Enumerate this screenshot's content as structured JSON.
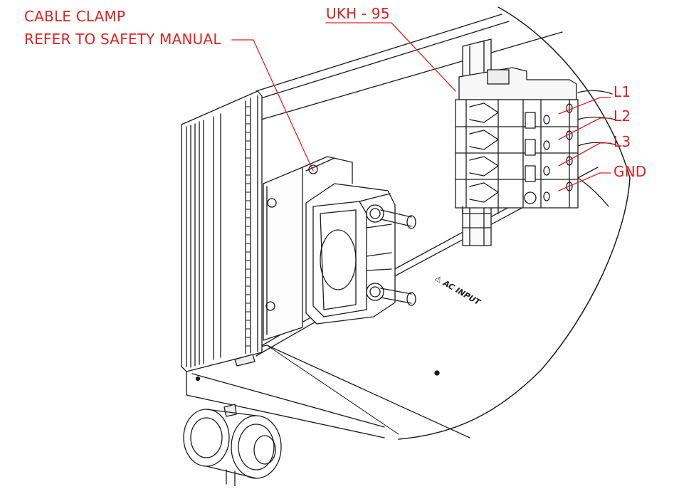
{
  "callouts": {
    "cable_clamp_line1": "CABLE CLAMP",
    "cable_clamp_line2": "REFER TO SAFETY MANUAL",
    "terminal_model": "UKH - 95",
    "l1": "L1",
    "l2": "L2",
    "l3": "L3",
    "gnd": "GND"
  },
  "markings": {
    "ac_input": "⚠ AC INPUT"
  },
  "colors": {
    "callout": "#e02020",
    "line": "#1a1a1a",
    "background": "#ffffff"
  }
}
